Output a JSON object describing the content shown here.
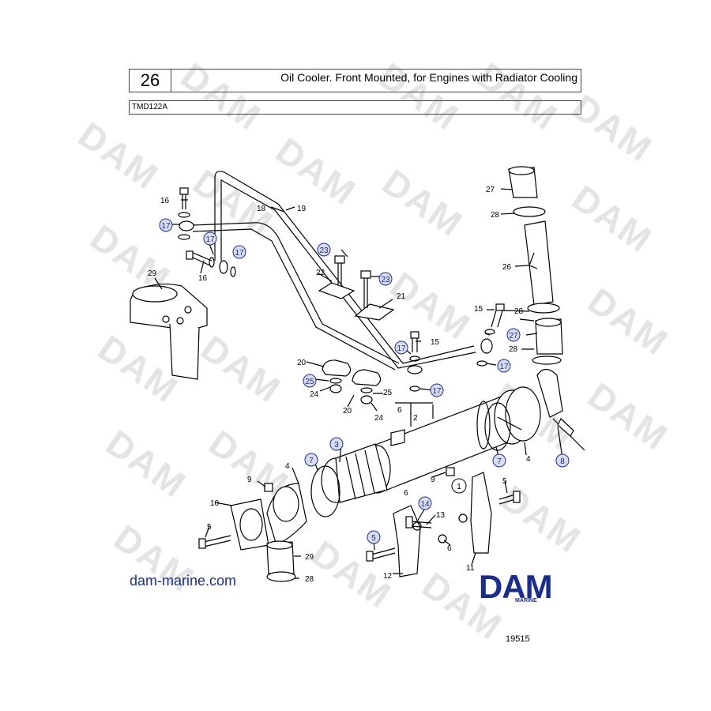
{
  "header": {
    "page_number": "26",
    "title": "Oil Cooler. Front Mounted, for Engines with Radiator Cooling",
    "model": "TMD122A"
  },
  "watermark": {
    "text": "DAM"
  },
  "callouts": {
    "c1": "1",
    "c2": "2",
    "c3": "3",
    "c4a": "4",
    "c4b": "4",
    "c5a": "5",
    "c5b": "5",
    "c5c": "5",
    "c6a": "6",
    "c6b": "6",
    "c6c": "6",
    "c7a": "7",
    "c7b": "7",
    "c8": "8",
    "c9a": "9",
    "c9b": "9",
    "c10": "10",
    "c11": "11",
    "c12": "12",
    "c13": "13",
    "c14": "14",
    "c15a": "15",
    "c15b": "15",
    "c16a": "16",
    "c16b": "16",
    "c17a": "17",
    "c17b": "17",
    "c17c": "17",
    "c17d": "17",
    "c17e": "17",
    "c17f": "17",
    "c18": "18",
    "c19": "19",
    "c20a": "20",
    "c20b": "20",
    "c21": "21",
    "c22": "22",
    "c23a": "23",
    "c23b": "23",
    "c24a": "24",
    "c24b": "24",
    "c25a": "25",
    "c25b": "25",
    "c26": "26",
    "c27a": "27",
    "c27b": "27",
    "c28a": "28",
    "c28b": "28",
    "c28c": "28",
    "c28d": "28",
    "c29a": "29",
    "c29b": "29"
  },
  "footer": {
    "website": "dam-marine.com",
    "logo": "DAM",
    "logo_sub": "MARINE",
    "doc_number": "19515"
  },
  "colors": {
    "brand": "#1b2f8a",
    "circled_callout": "#1b2f8a",
    "line": "#000000"
  }
}
